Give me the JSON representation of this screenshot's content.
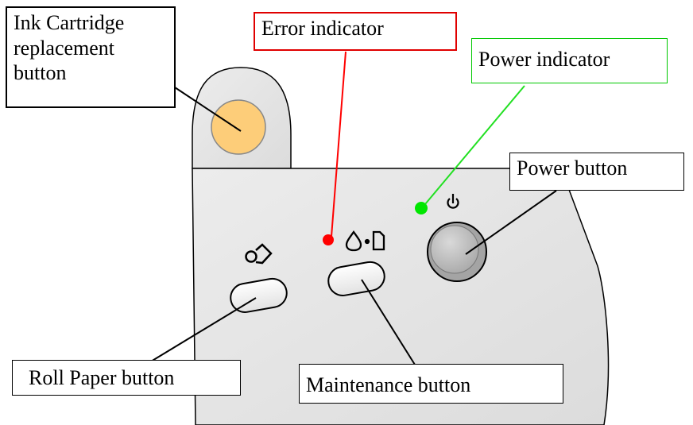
{
  "callouts": {
    "ink_cartridge": {
      "line1": "Ink Cartridge",
      "line2": "replacement",
      "line3": "button"
    },
    "error_indicator": {
      "label": "Error indicator"
    },
    "power_indicator": {
      "label": "Power indicator"
    },
    "power_button": {
      "label": "Power button"
    },
    "roll_paper_button": {
      "label": "Roll Paper button"
    },
    "maintenance_button": {
      "label": "Maintenance button"
    }
  },
  "colors": {
    "panel": "#e7e7e7",
    "ink_button": "#fdcd79",
    "error_led": "#ff0000",
    "power_led": "#00e600",
    "error_border": "#e00000",
    "power_border": "#00c800",
    "power_leader": "#22e022",
    "error_leader": "#ff0000"
  },
  "icons": {
    "roll_paper": "roll-paper-icon",
    "maintenance": "ink-drop-paper-icon",
    "power": "power-icon"
  }
}
